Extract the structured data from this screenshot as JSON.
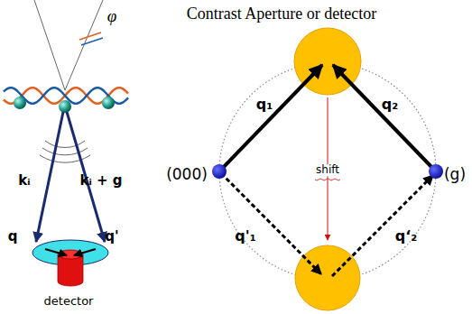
{
  "diagram": {
    "title": "Contrast Aperture or detector",
    "labels": [
      "φ",
      "kᵢ",
      "kᵢ + g",
      "q",
      "q'",
      "detector",
      "(000)",
      "(g)",
      "q₁",
      "q₂",
      "q'₁",
      "q‘₂",
      "shift"
    ]
  }
}
